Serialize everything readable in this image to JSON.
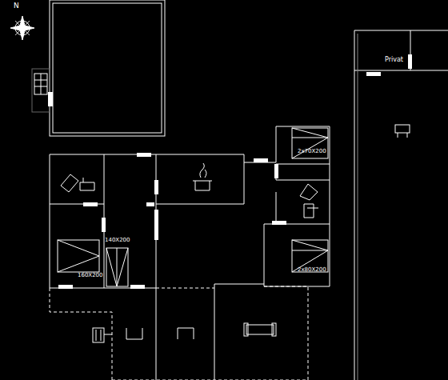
{
  "diagram": {
    "labels": [
      "N",
      "Privat",
      "2x70X200",
      "140X200",
      "160X200",
      "2x80X200"
    ]
  }
}
